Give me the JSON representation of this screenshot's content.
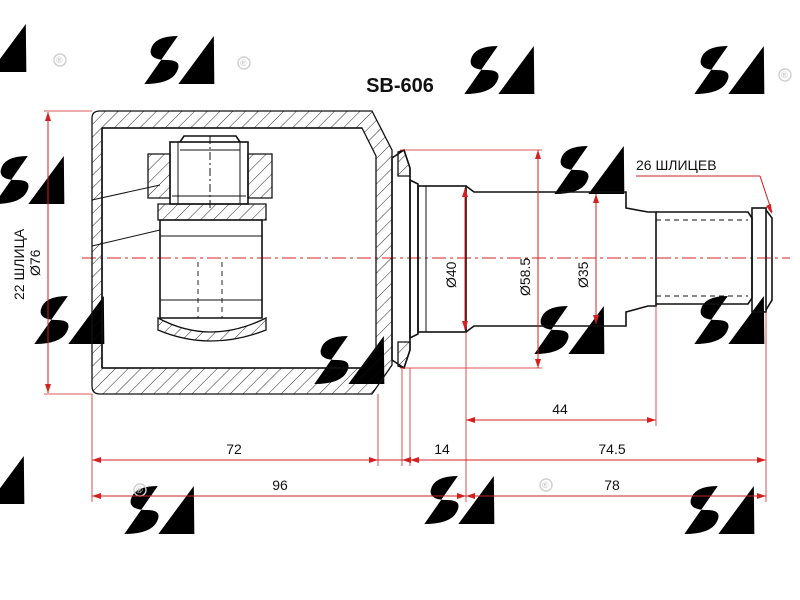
{
  "part_number": "SB-606",
  "watermark_text": "SAT",
  "registered_mark": "®",
  "colors": {
    "dimension": "#d42020",
    "outline": "#111111",
    "watermark": "#d9d9d9"
  },
  "labels": {
    "inner_splines": "22 ШЛИЦА",
    "housing_diameter": "Ø76",
    "diameter_40": "Ø40",
    "diameter_58_5": "Ø58.5",
    "diameter_35": "Ø35",
    "outer_splines": "26 ШЛИЦЕВ"
  },
  "dimensions": {
    "housing_length": "72",
    "collar_length": "14",
    "shaft_length": "74.5",
    "spline_shoulder_length": "44",
    "housing_total": "96",
    "shaft_total": "78"
  }
}
